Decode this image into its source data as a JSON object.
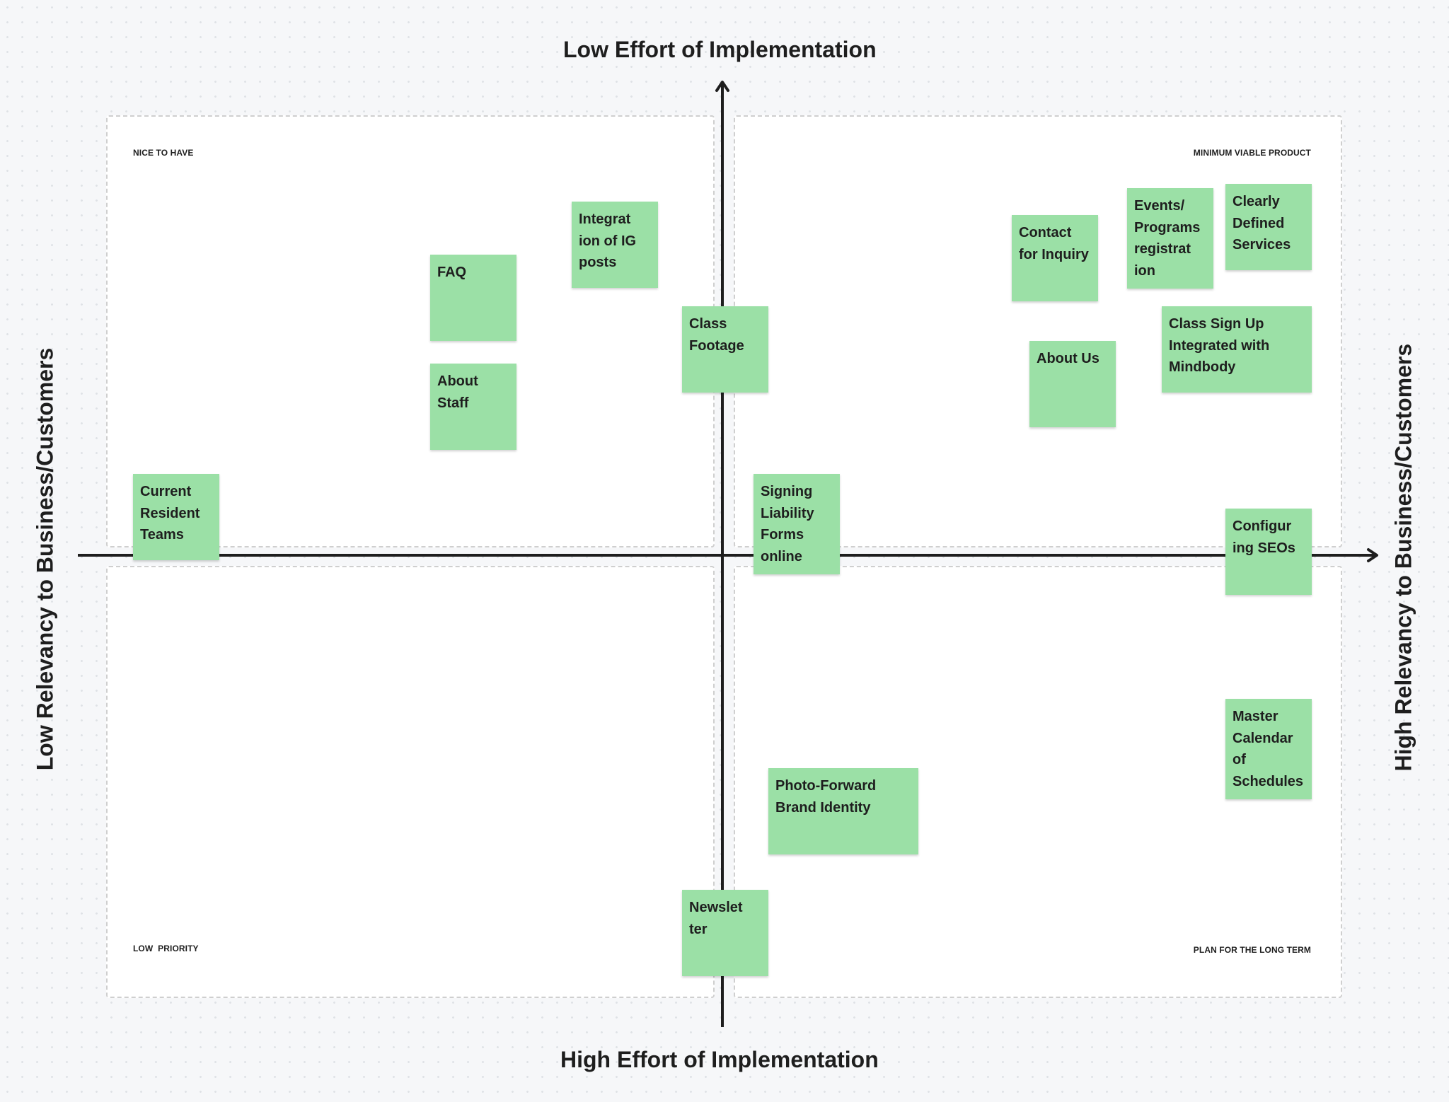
{
  "axes": {
    "top": "Low Effort of Implementation",
    "bottom": "High Effort of Implementation",
    "left": "Low Relevancy to Business/Customers",
    "right": "High Relevancy to Business/Customers"
  },
  "quadrants": {
    "top_left": "NICE TO HAVE",
    "top_right": "MINIMUM VIABLE PRODUCT",
    "bottom_left": "LOW  PRIORITY",
    "bottom_right": "PLAN FOR THE LONG TERM"
  },
  "stickies": {
    "faq": "FAQ",
    "ig": "Integrat\nion of IG\nposts",
    "staff": "About\nStaff",
    "footage": "Class\nFootage",
    "resident": "Current\nResident\nTeams",
    "contact": "Contact\nfor Inquiry",
    "events": "Events/\nPrograms\nregistrat\nion",
    "services": "Clearly\nDefined\nServices",
    "signup": "Class Sign Up\nIntegrated with\nMindbody",
    "aboutus": "About Us",
    "liability": "Signing\nLiability\nForms\nonline",
    "seo": "Configur\ning SEOs",
    "calendar": "Master\nCalendar\nof\nSchedules",
    "brand": "Photo-Forward\nBrand Identity",
    "newsletter": "Newslet\nter"
  },
  "colors": {
    "sticky": "#9be0a6",
    "axis": "#1e1e1e",
    "background": "#f6f7f9"
  }
}
